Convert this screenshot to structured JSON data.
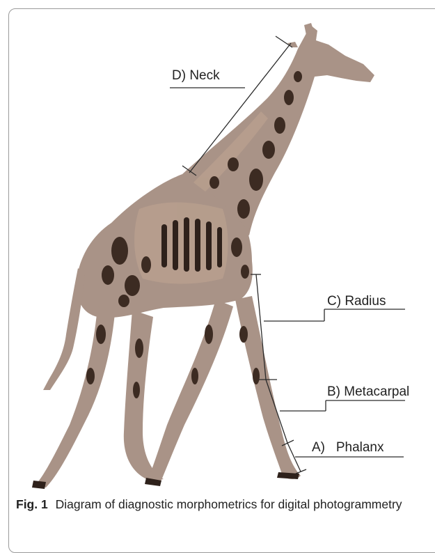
{
  "labels": {
    "neck": "D) Neck",
    "radius": "C) Radius",
    "metacarpal": "B) Metacarpal",
    "phalanx": "A)   Phalanx"
  },
  "caption": {
    "figure_label": "Fig. 1",
    "text": "Diagram of diagnostic morphometrics for digital photogrammetry"
  },
  "colors": {
    "coat_light": "#a99387",
    "coat_tan": "#b89f8e",
    "spot_dark": "#3c2b22",
    "leader_line": "#2a2a2a"
  }
}
